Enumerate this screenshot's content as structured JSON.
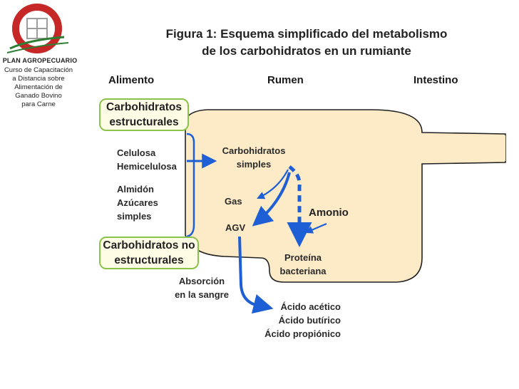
{
  "logo": {
    "brand": "PLAN AGROPECUARIO",
    "course_lines": [
      "Curso  de Capacitación",
      "a Distancia sobre",
      "Alimentación de",
      "Ganado Bovino",
      "para Carne"
    ]
  },
  "title": {
    "line1": "Figura 1: Esquema simplificado del metabolismo",
    "line2": "de los carbohidratos en un rumiante"
  },
  "headers": {
    "alimento": "Alimento",
    "rumen": "Rumen",
    "intestino": "Intestino"
  },
  "food": {
    "structural_box": [
      "Carbohidratos",
      "estructurales"
    ],
    "structural_items": [
      "Celulosa",
      "Hemicelulosa"
    ],
    "nonstructural_items": [
      "Almidón",
      "Azúcares",
      "simples"
    ],
    "nonstructural_box": [
      "Carbohidratos no",
      "estructurales"
    ]
  },
  "rumen": {
    "simple_carbs": [
      "Carbohidratos",
      "simples"
    ],
    "gas": "Gas",
    "agv": "AGV",
    "ammonia": "Amonio",
    "protein": [
      "Proteína",
      "bacteriana"
    ]
  },
  "absorption": [
    "Absorción",
    "en la sangre"
  ],
  "acids": [
    "Ácido acético",
    "Ácido butírico",
    "Ácido propiónico"
  ],
  "colors": {
    "arrow_blue": "#1f5fd6",
    "box_border": "#8bc34a",
    "box_fill": "#fffce6",
    "rumen_fill": "#fdebc8"
  }
}
